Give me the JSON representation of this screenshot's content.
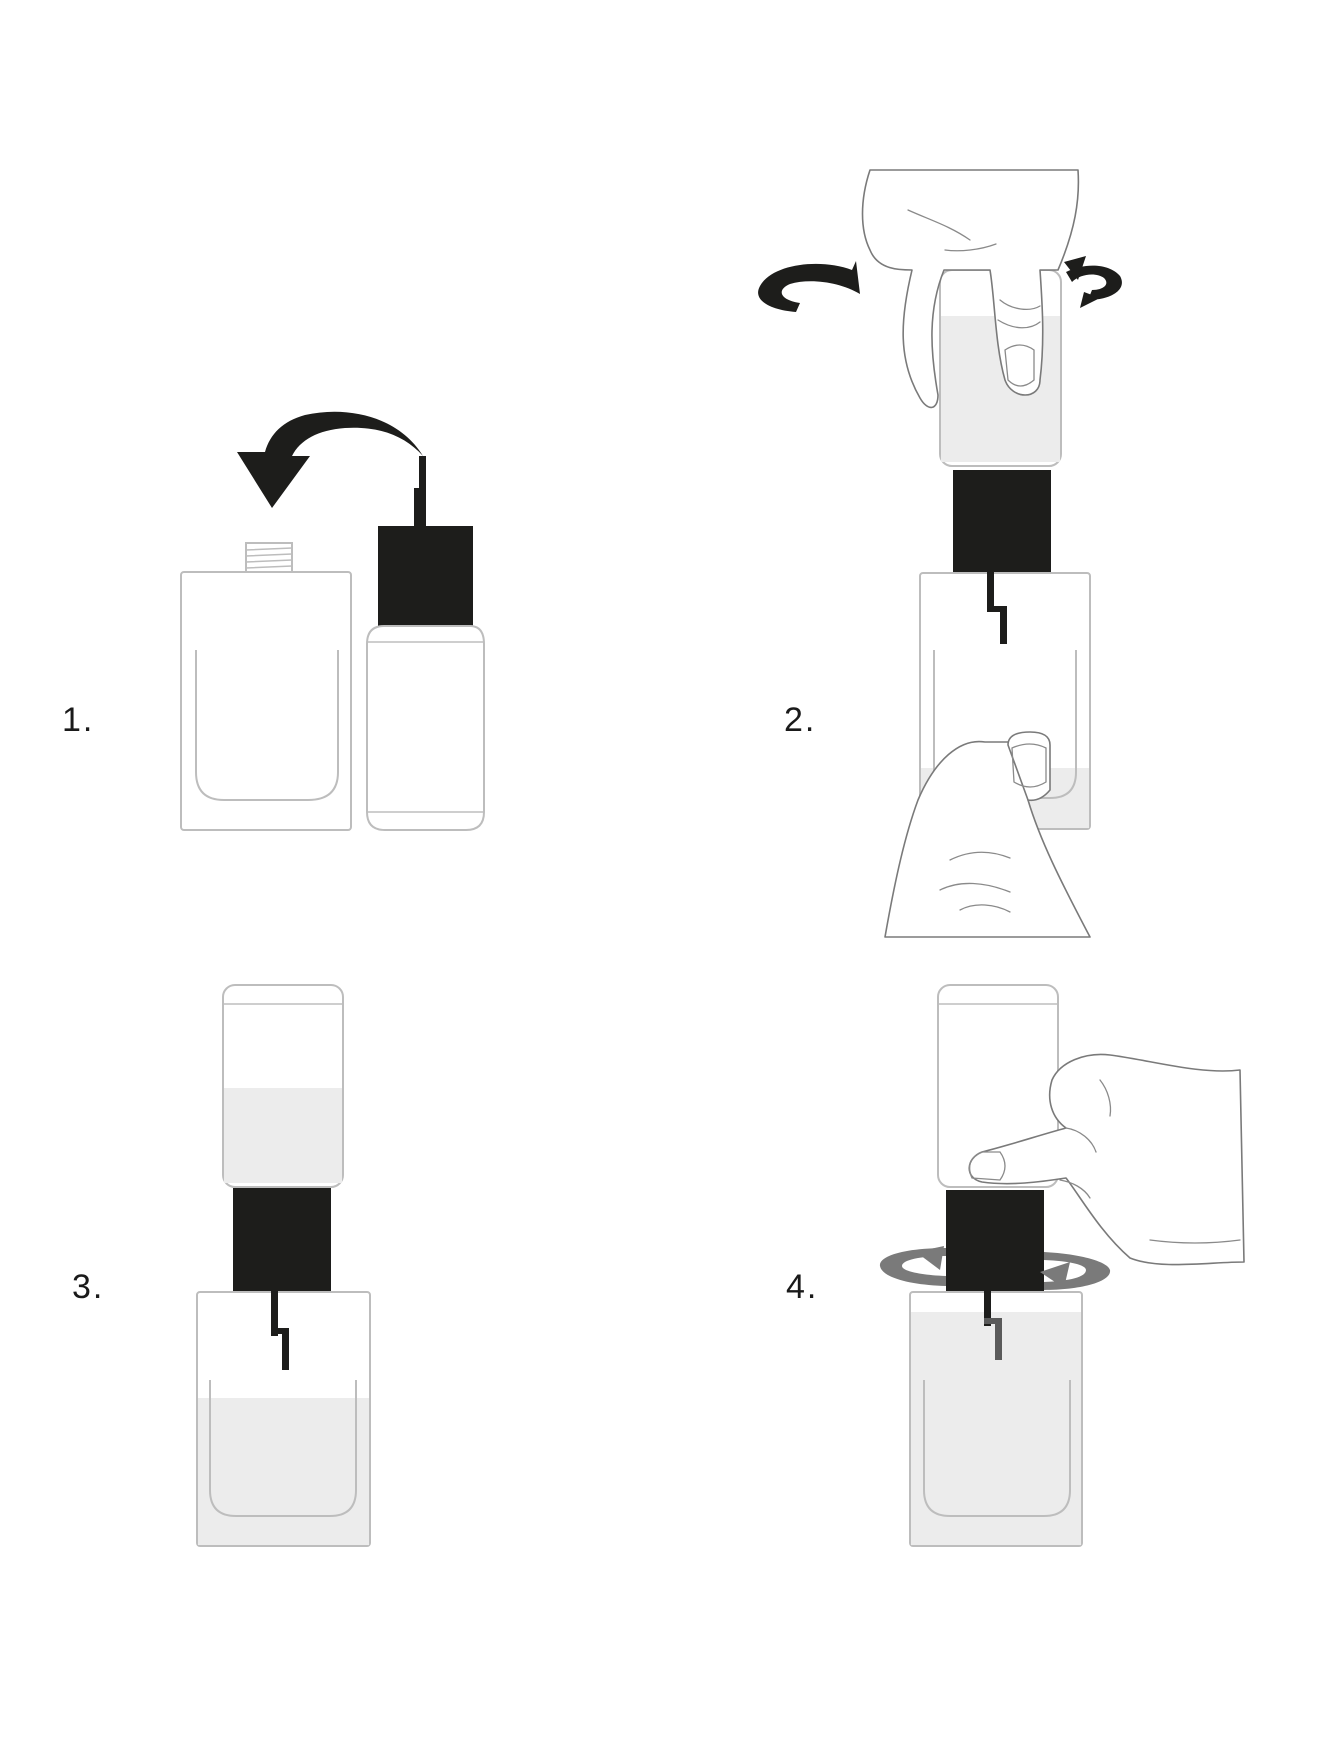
{
  "steps": [
    {
      "number": "1."
    },
    {
      "number": "2."
    },
    {
      "number": "3."
    },
    {
      "number": "4."
    }
  ],
  "colors": {
    "cap": "#1d1d1b",
    "glass_outline": "#bdbdbd",
    "liquid": "#ececec",
    "hand_outline": "#7a7a7a",
    "rotation_arrow_step4": "#7a7a7a"
  },
  "icons": [
    "pour-arrow-icon",
    "rotate-arrow-left-icon",
    "rotate-arrow-right-icon",
    "rotation-ring-icon"
  ]
}
